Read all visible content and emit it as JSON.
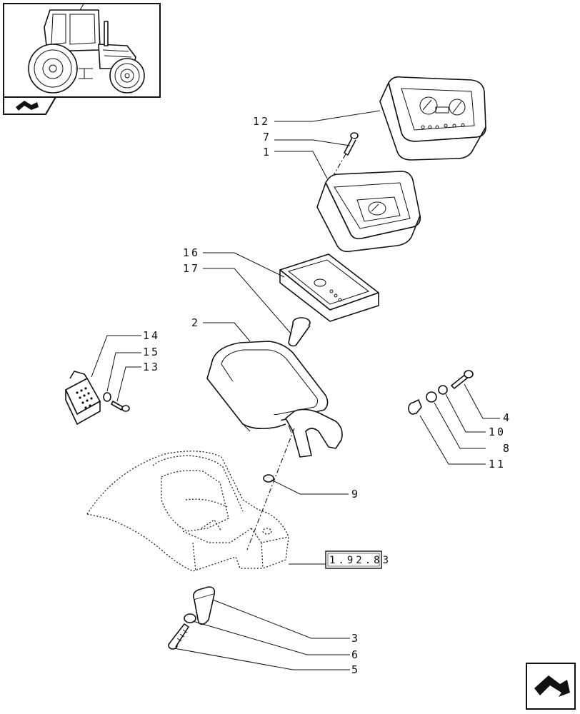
{
  "callouts": {
    "c12": "12",
    "c7": "7",
    "c1": "1",
    "c16": "16",
    "c17": "17",
    "c2": "2",
    "c14": "14",
    "c15": "15",
    "c13": "13",
    "c4": "4",
    "c10": "10",
    "c8": "8",
    "c11": "11",
    "c9": "9",
    "c3": "3",
    "c6": "6",
    "c5": "5"
  },
  "reference_box": "1.92.83",
  "icons": {
    "thumbnail": "tractor-thumbnail-icon",
    "thumb_arrow": "back-arrow-icon",
    "nav": "next-page-arrow-icon"
  }
}
